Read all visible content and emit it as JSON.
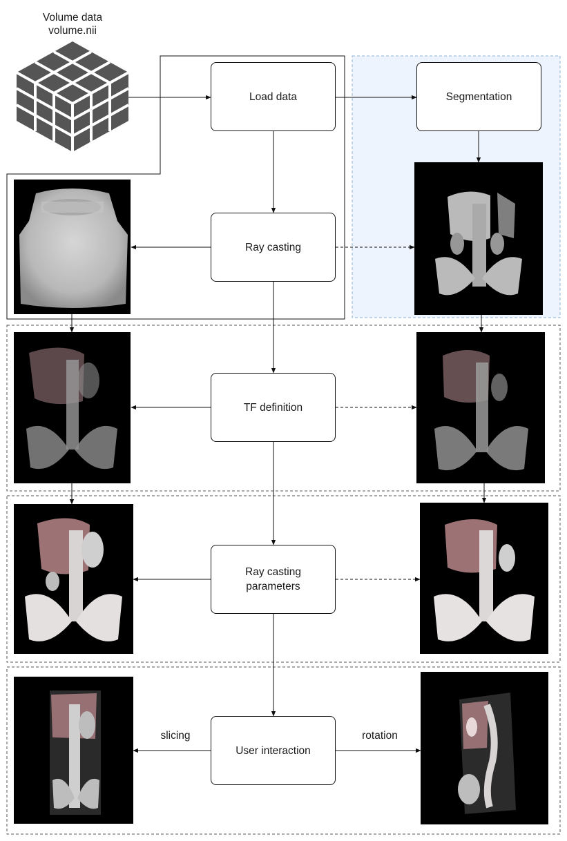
{
  "source": {
    "title": "Volume data",
    "filename": "volume.nii"
  },
  "steps": {
    "load": "Load data",
    "segmentation": "Segmentation",
    "raycasting": "Ray casting",
    "tf": "TF definition",
    "params": "Ray casting\nparameters",
    "interaction": "User interaction"
  },
  "edge_labels": {
    "slicing": "slicing",
    "rotation": "rotation"
  },
  "colors": {
    "stroke": "#111111",
    "dashed_group": "#555555",
    "segmentation_fill": "#eef4fd",
    "segmentation_border": "#8fb0d6",
    "cube": "#555555",
    "tissue_pink": "#c48f92",
    "bone": "#e8e4e4"
  },
  "render_views": [
    "raw-ray-casting-render",
    "segmented-ray-casting-render",
    "tf-render-full",
    "tf-render-segmented",
    "parameters-render-full",
    "parameters-render-segmented",
    "sliced-render",
    "rotated-render"
  ]
}
